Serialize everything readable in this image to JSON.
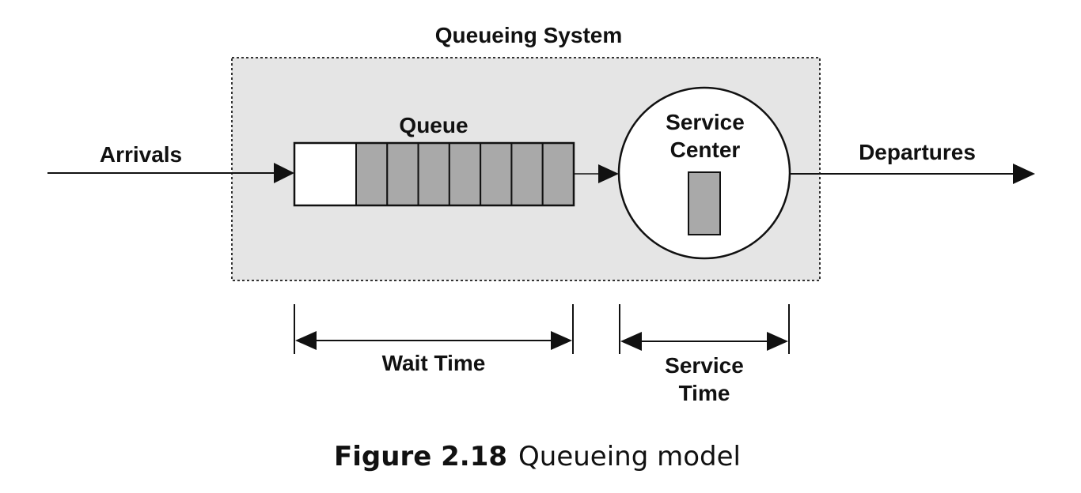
{
  "diagram": {
    "title": "Queueing System",
    "queue_label": "Queue",
    "arrivals_label": "Arrivals",
    "service_center_line1": "Service",
    "service_center_line2": "Center",
    "departures_label": "Departures",
    "wait_time_label": "Wait Time",
    "service_time_line1": "Service",
    "service_time_line2": "Time",
    "queue_slots_empty": 1,
    "queue_slots_filled": 7,
    "colors": {
      "system_fill": "#e5e5e5",
      "item_fill": "#a9a9a9",
      "stroke": "#111111"
    }
  },
  "caption": {
    "figure_number": "Figure 2.18",
    "text": "Queueing model"
  }
}
